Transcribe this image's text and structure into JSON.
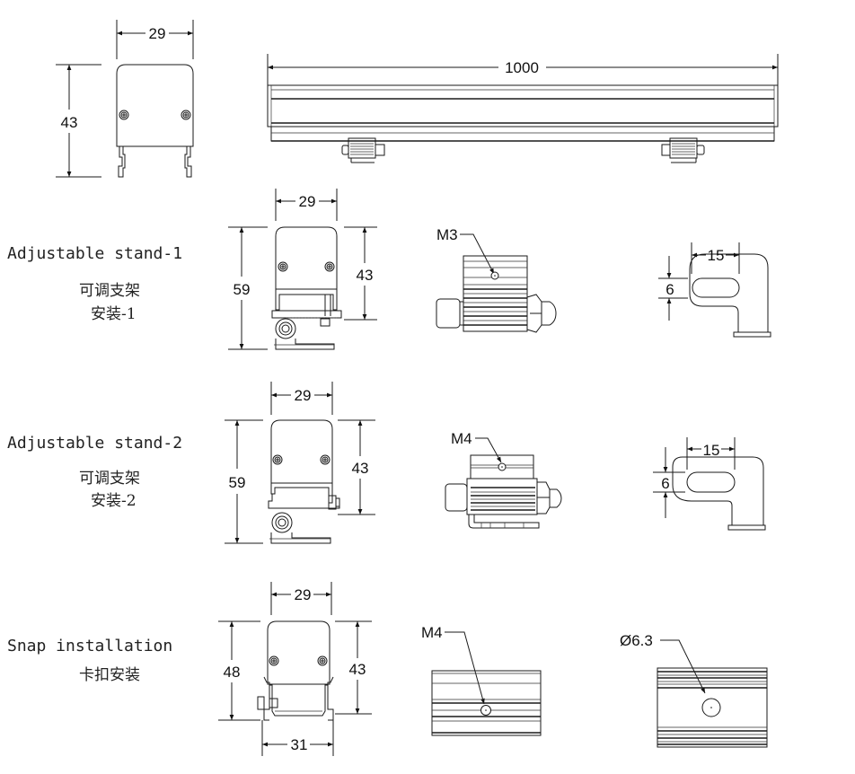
{
  "top_view": {
    "end_width": "29",
    "end_height": "43",
    "length": "1000"
  },
  "rows": [
    {
      "label_en": "Adjustable stand-1",
      "label_cn_1": "可调支架",
      "label_cn_2": "安装-1",
      "width": "29",
      "total_height": "59",
      "body_height": "43",
      "screw_label": "M3",
      "slot_length": "15",
      "slot_width": "6"
    },
    {
      "label_en": "Adjustable stand-2",
      "label_cn_1": "可调支架",
      "label_cn_2": "安装-2",
      "width": "29",
      "total_height": "59",
      "body_height": "43",
      "screw_label": "M4",
      "slot_length": "15",
      "slot_width": "6"
    },
    {
      "label_en": "Snap installation",
      "label_cn_1": "卡扣安装",
      "width": "29",
      "total_height": "48",
      "body_height": "43",
      "base_width": "31",
      "screw_label": "M4",
      "hole_label": "Ø6.3"
    }
  ]
}
